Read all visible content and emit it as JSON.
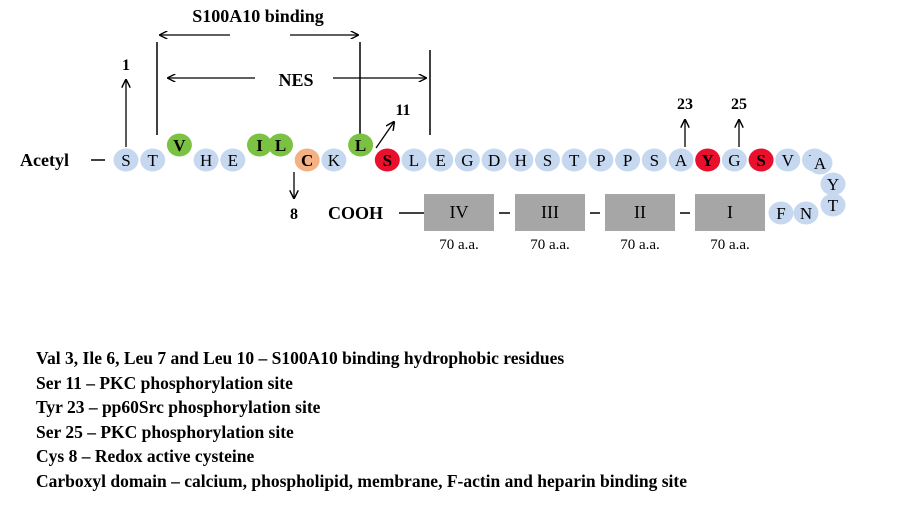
{
  "labels": {
    "s100_binding": "S100A10 binding",
    "nes": "NES",
    "acetyl": "Acetyl",
    "cooh": "COOH",
    "site_1": "1",
    "site_8": "8",
    "site_11": "11",
    "site_23": "23",
    "site_25": "25"
  },
  "sequence": [
    "S",
    "T",
    "V",
    "H",
    "E",
    "I",
    "L",
    "C",
    "K",
    "L",
    "S",
    "L",
    "E",
    "G",
    "D",
    "H",
    "S",
    "T",
    "P",
    "P",
    "S",
    "A",
    "Y",
    "G",
    "S",
    "V",
    "K",
    "A",
    "Y",
    "T",
    "N",
    "F"
  ],
  "residue_colors": {
    "default": "#c5d8ef",
    "hydrophobic": "#7cc242",
    "redox": "#f4b183",
    "phospho": "#e8102c"
  },
  "domains": [
    {
      "numeral": "IV",
      "length": "70 a.a."
    },
    {
      "numeral": "III",
      "length": "70 a.a."
    },
    {
      "numeral": "II",
      "length": "70 a.a."
    },
    {
      "numeral": "I",
      "length": "70 a.a."
    }
  ],
  "domain_color": "#a6a6a6",
  "legend": [
    "Val 3, Ile 6, Leu 7 and Leu 10 – S100A10 binding hydrophobic residues",
    "Ser 11 – PKC phosphorylation site",
    "Tyr 23 – pp60Src phosphorylation site",
    "Ser 25 – PKC phosphorylation site",
    "Cys 8 – Redox active cysteine",
    "Carboxyl domain – calcium, phospholipid, membrane, F-actin and heparin binding site"
  ]
}
